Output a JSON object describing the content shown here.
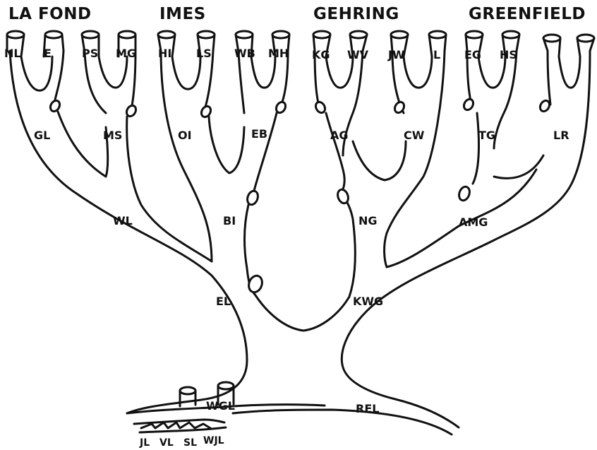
{
  "families": [
    "LA FOND",
    "IMES",
    "GEHRING",
    "GREENFIELD"
  ],
  "leaves": [
    "NL",
    "E",
    "PS",
    "MG",
    "HI",
    "LS",
    "WB",
    "MH",
    "KG",
    "WV",
    "JW",
    "L",
    "EG",
    "HS"
  ],
  "branches": {
    "gl": "GL",
    "ms": "MS",
    "oi": "OI",
    "eb": "EB",
    "ag": "AG",
    "cw": "CW",
    "tg": "TG",
    "lr": "LR",
    "wl": "WL",
    "bi": "BI",
    "ng": "NG",
    "amg": "AMG",
    "el": "EL",
    "kwg": "KWG",
    "wgl": "WGL",
    "rel": "REL"
  },
  "roots": [
    "JL",
    "VL",
    "SL",
    "WJL"
  ]
}
